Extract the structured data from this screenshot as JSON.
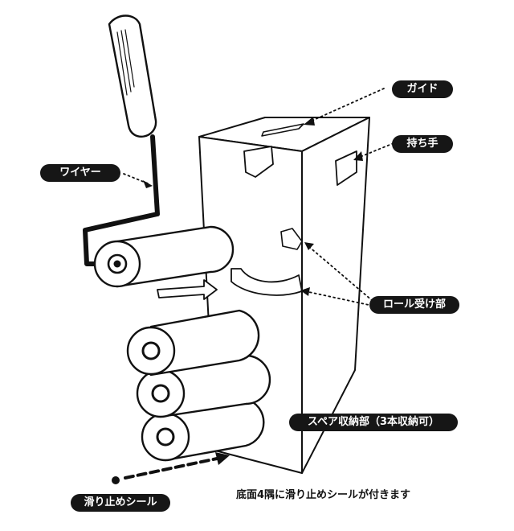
{
  "labels": {
    "guide": "ガイド",
    "handle": "持ち手",
    "wire": "ワイヤー",
    "roll_holder": "ロール受け部",
    "spare_storage": "スペア収納部（3本収納可）",
    "non_slip_seal": "滑り止めシール"
  },
  "note": "底面4隅に滑り止めシールが付きます",
  "colors": {
    "ink": "#111111",
    "label_bg": "#161616",
    "label_text": "#ffffff",
    "background": "#ffffff"
  }
}
